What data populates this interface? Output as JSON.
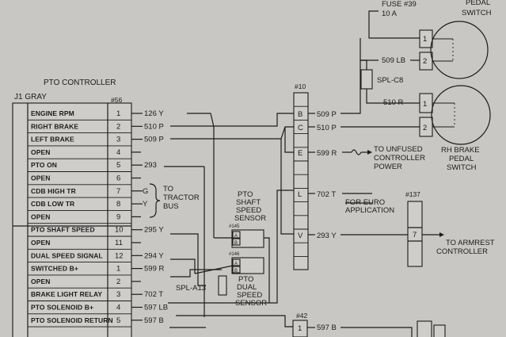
{
  "diagram": {
    "top_fuse_text": "FUSE #39",
    "top_fuse_amp": "10 A",
    "top_pedal_1": "PEDAL",
    "top_pedal_2": "SWITCH",
    "title": "PTO CONTROLLER",
    "connector_name": "J1 GRAY",
    "connector_id": "#56",
    "pins": [
      {
        "label": "ENGINE RPM",
        "pin": "1",
        "wire": "126 Y"
      },
      {
        "label": "RIGHT BRAKE",
        "pin": "2",
        "wire": "510 P"
      },
      {
        "label": "LEFT BRAKE",
        "pin": "3",
        "wire": "509 P"
      },
      {
        "label": "OPEN",
        "pin": "4",
        "wire": ""
      },
      {
        "label": "PTO ON",
        "pin": "5",
        "wire": "293"
      },
      {
        "label": "OPEN",
        "pin": "6",
        "wire": ""
      },
      {
        "label": "CDB HIGH TR",
        "pin": "7",
        "wire": "G"
      },
      {
        "label": "CDB LOW TR",
        "pin": "8",
        "wire": "Y"
      },
      {
        "label": "OPEN",
        "pin": "9",
        "wire": ""
      },
      {
        "label": "PTO SHAFT SPEED",
        "pin": "10",
        "wire": "295 Y"
      },
      {
        "label": "OPEN",
        "pin": "11",
        "wire": ""
      },
      {
        "label": "DUAL SPEED SIGNAL",
        "pin": "12",
        "wire": "294 Y"
      },
      {
        "label": "SWITCHED B+",
        "pin": "1",
        "wire": "599 R"
      },
      {
        "label": "OPEN",
        "pin": "2",
        "wire": ""
      },
      {
        "label": "BRAKE LIGHT RELAY",
        "pin": "3",
        "wire": "702 T"
      },
      {
        "label": "PTO SOLENOID B+",
        "pin": "4",
        "wire": "597 LB"
      },
      {
        "label": "PTO SOLENOID RETURN",
        "pin": "5",
        "wire": "597 B"
      }
    ],
    "to_tractor_bus": [
      "TO",
      "TRACTOR",
      "BUS"
    ],
    "connector10_id": "#10",
    "connector10_pins": [
      "B",
      "C",
      "E",
      "L",
      "V"
    ],
    "connector10_wires": [
      "509 P",
      "510 P",
      "599 R",
      "702 T",
      "293 Y"
    ],
    "spl_c8": "SPL-C8",
    "wire_509lb": "509 LB",
    "wire_510r": "510 R",
    "switch_pins": [
      "1",
      "2",
      "1",
      "2"
    ],
    "unfused": [
      "TO UNFUSED",
      "CONTROLLER",
      "POWER"
    ],
    "rh_brake": [
      "RH BRAKE",
      "PEDAL",
      "SWITCH"
    ],
    "pto_shaft_sensor": [
      "PTO",
      "SHAFT",
      "SPEED",
      "SENSOR"
    ],
    "euro": [
      "FOR EURO",
      "APPLICATION"
    ],
    "connector137_id": "#137",
    "connector137_pin": "7",
    "armrest": [
      "TO ARMREST",
      "CONTROLLER"
    ],
    "conn145": "#145",
    "conn146": "#146",
    "ab": [
      "A",
      "B",
      "A",
      "B"
    ],
    "spl_a13": "SPL-A13",
    "pto_dual_sensor": [
      "PTO",
      "DUAL",
      "SPEED",
      "SENSOR"
    ],
    "connector42_id": "#42",
    "connector42_pin": "1",
    "wire_597b_right": "597 B"
  }
}
